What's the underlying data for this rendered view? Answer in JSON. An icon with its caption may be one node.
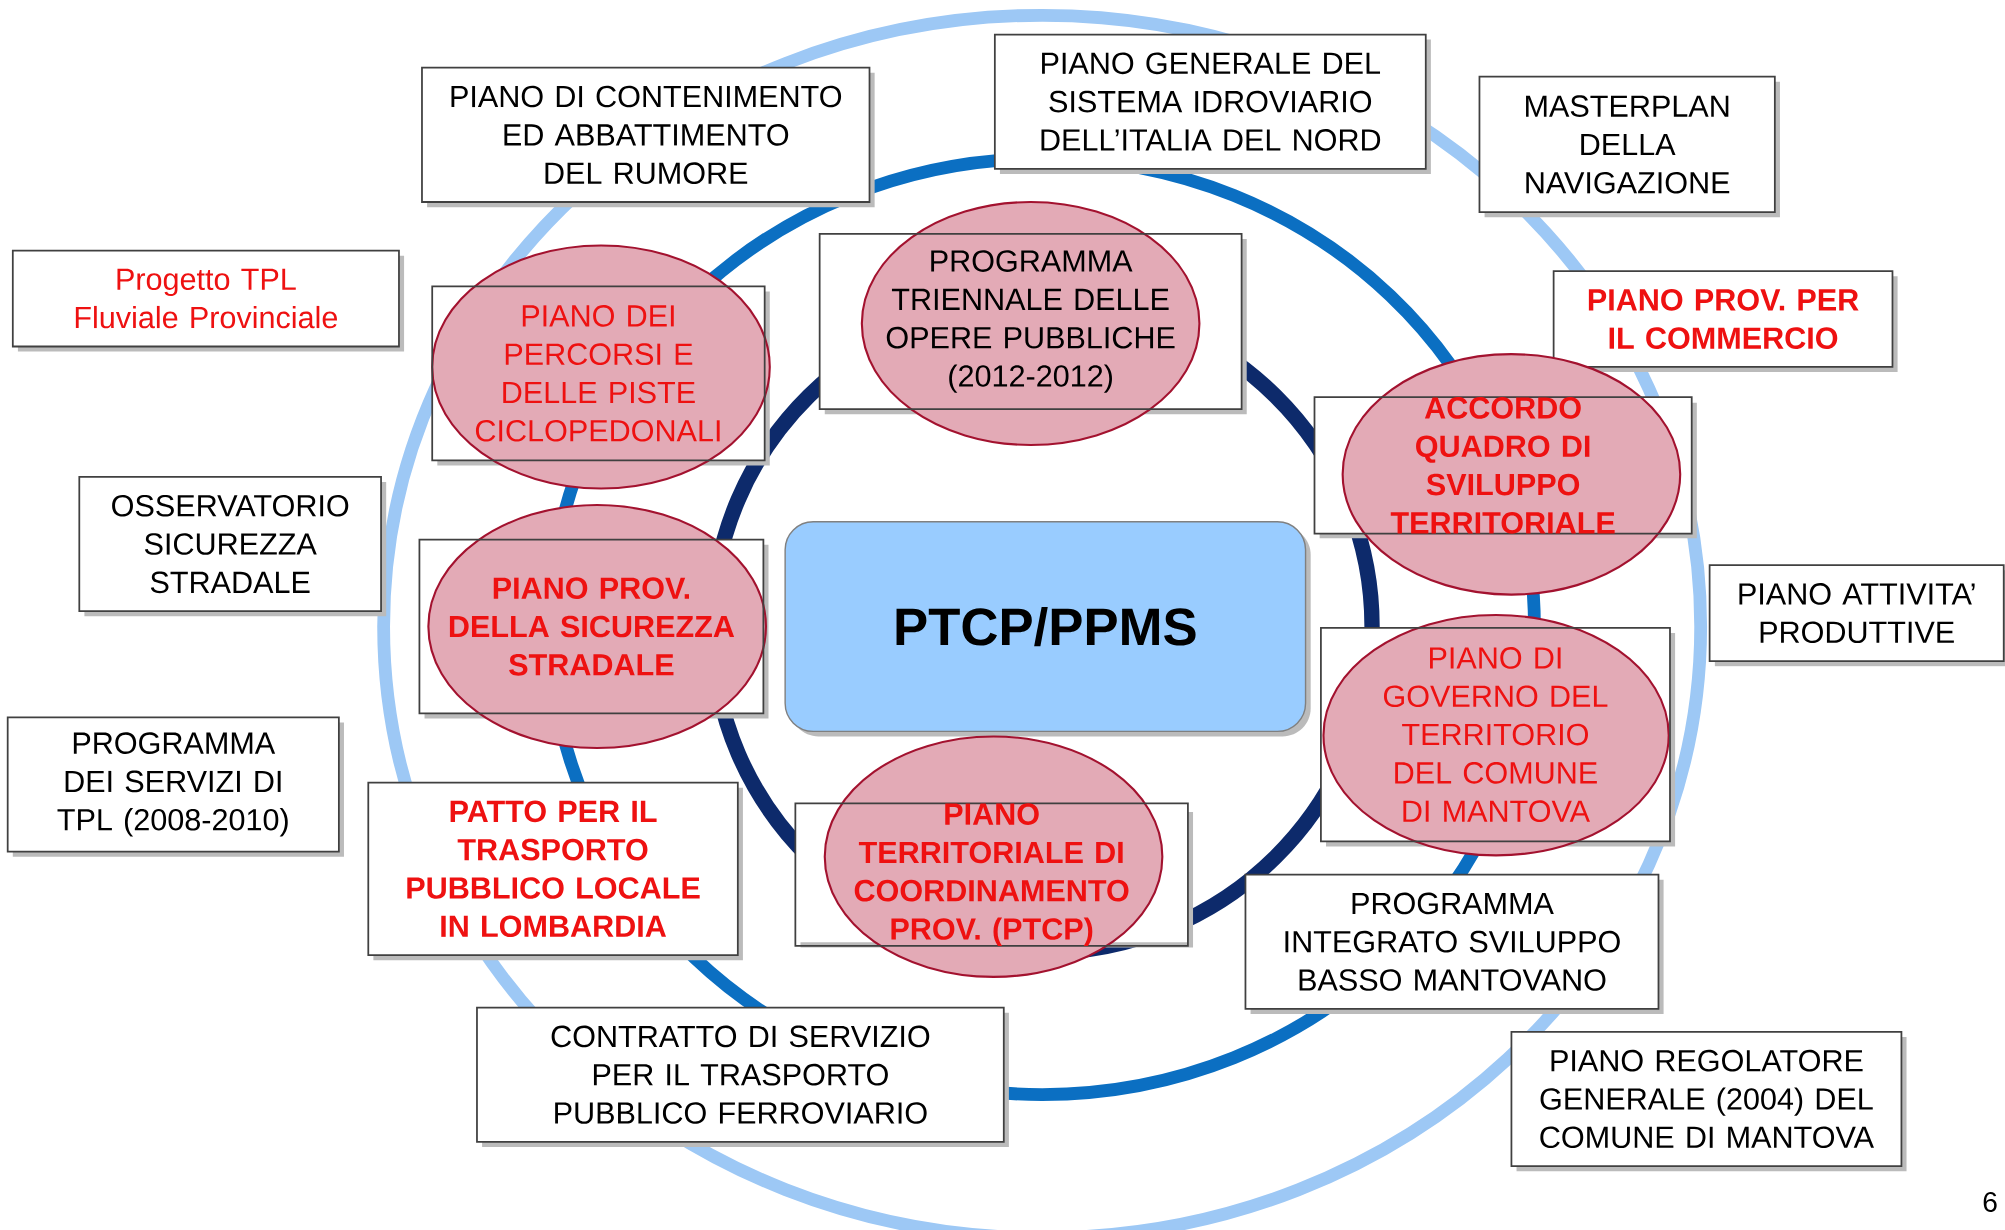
{
  "diagram": {
    "nodes": [
      {
        "text": [
          "PIANO GENERALE DEL SISTEMA IDROVIARIO DELL’ITALIA DEL NORD"
        ]
      },
      {
        "text": [
          "PIANO DI CONTENIMENTO ED ABBATTIMENTO DEL RUMORE"
        ]
      },
      {
        "text": [
          "MASTERPLAN DELLA NAVIGAZIONE"
        ]
      },
      {
        "text": [
          "Progetto TPL Fluviale Provinciale"
        ]
      },
      {
        "text": [
          "PROGRAMMA TRIENNALE DELLE OPERE PUBBLICHE (2012-2012)"
        ]
      },
      {
        "text": [
          "PIANO DEI PERCORSI E DELLE PISTE CICLOPEDONALI"
        ]
      },
      {
        "text": [
          "PIANO PROV. PER IL COMMERCIO"
        ]
      },
      {
        "text": [
          "ACCORDO QUADRO DI SVILUPPO TERRITORIALE"
        ]
      },
      {
        "text": [
          "OSSERVATORIO SICUREZZA STRADALE"
        ]
      },
      {
        "text": [
          "PIANO PROV. DELLA SICUREZZA STRADALE"
        ]
      },
      {
        "text": [
          "PTCP/PPMS"
        ]
      },
      {
        "text": [
          "PIANO ATTIVITA’ PRODUTTIVE"
        ]
      },
      {
        "text": [
          "PIANO DI GOVERNO DEL TERRITORIO DEL COMUNE DI MANTOVA"
        ]
      },
      {
        "text": [
          "PROGRAMMA DEI SERVIZI DI TPL (2008-2010)"
        ]
      },
      {
        "text": [
          "PATTO PER IL TRASPORTO PUBBLICO LOCALE IN LOMBARDIA"
        ]
      },
      {
        "text": [
          "PIANO TERRITORIALE DI COORDINAMENTO PROV. (PTCP)"
        ]
      },
      {
        "text": [
          "PROGRAMMA INTEGRATO SVILUPPO BASSO MANTOVANO"
        ]
      },
      {
        "text": [
          "CONTRATTO DI SERVIZIO PER IL TRASPORTO PUBBLICO FERROVIARIO"
        ]
      },
      {
        "text": [
          "PIANO REGOLATORE GENERALE (2004) DEL COMUNE DI MANTOVA"
        ]
      }
    ],
    "labels": [
      "6"
    ]
  }
}
